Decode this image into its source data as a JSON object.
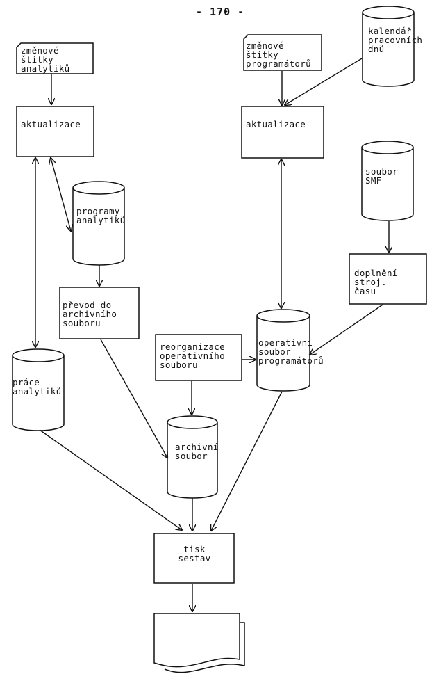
{
  "page": {
    "number": "- 170 -"
  },
  "nodes": {
    "zmenove_analytiku": "změnové\nštítky\nanalytiků",
    "aktualizace_left": "aktualizace",
    "programy_analytiku": "programy\nanalytiků",
    "prevod": "převod do\narchivního\nsouboru",
    "prace_analytiku": "práce\nanalytiků",
    "zmenove_programatoru": "změnové\nštítky\nprogramátorů",
    "kalendar": "kalendář\npracovních\ndnů",
    "aktualizace_right": "aktualizace",
    "soubor_smf": "soubor\nSMF",
    "doplneni": "doplnění\nstroj.\nčasu",
    "reorganizace": "reorganizace\noperativního\nsouboru",
    "operativni": "operativní\nsoubor\nprogramátorů",
    "archivni": "archivní\nsoubor",
    "tisk": "tisk\nsestav"
  },
  "colors": {
    "ink": "#111111",
    "paper": "#ffffff"
  }
}
